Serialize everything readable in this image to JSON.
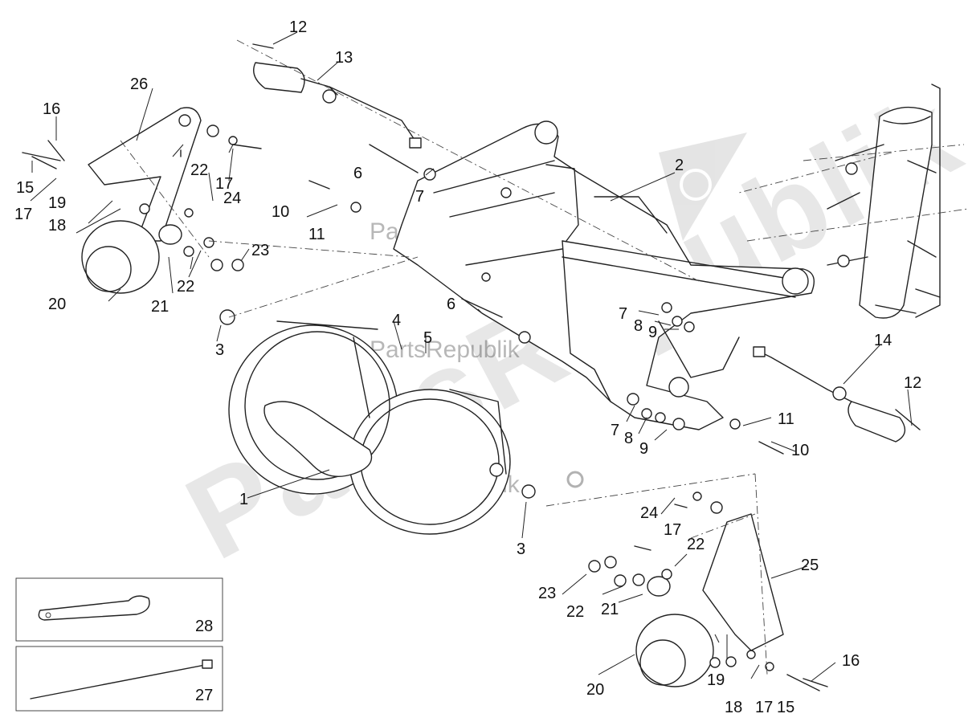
{
  "watermark": {
    "large": "PartsRepublik",
    "small": "PartsRepublik"
  },
  "callouts": {
    "c1": "1",
    "c2": "2",
    "c3a": "3",
    "c3b": "3",
    "c4": "4",
    "c5": "5",
    "c6a": "6",
    "c6b": "6",
    "c7a": "7",
    "c7b": "7",
    "c7c": "7",
    "c8a": "8",
    "c8b": "8",
    "c9a": "9",
    "c9b": "9",
    "c10a": "10",
    "c10b": "10",
    "c11a": "11",
    "c11b": "11",
    "c12a": "12",
    "c12b": "12",
    "c13": "13",
    "c14": "14",
    "c15a": "15",
    "c15b": "15",
    "c16a": "16",
    "c16b": "16",
    "c17a": "17",
    "c17b": "17",
    "c17c": "17",
    "c17d": "17",
    "c18a": "18",
    "c18b": "18",
    "c19a": "19",
    "c19b": "19",
    "c20a": "20",
    "c20b": "20",
    "c21a": "21",
    "c21b": "21",
    "c22a": "22",
    "c22b": "22",
    "c22c": "22",
    "c22d": "22",
    "c23a": "23",
    "c23b": "23",
    "c24a": "24",
    "c24b": "24",
    "c25": "25",
    "c26": "26",
    "c27": "27",
    "c28": "28"
  }
}
